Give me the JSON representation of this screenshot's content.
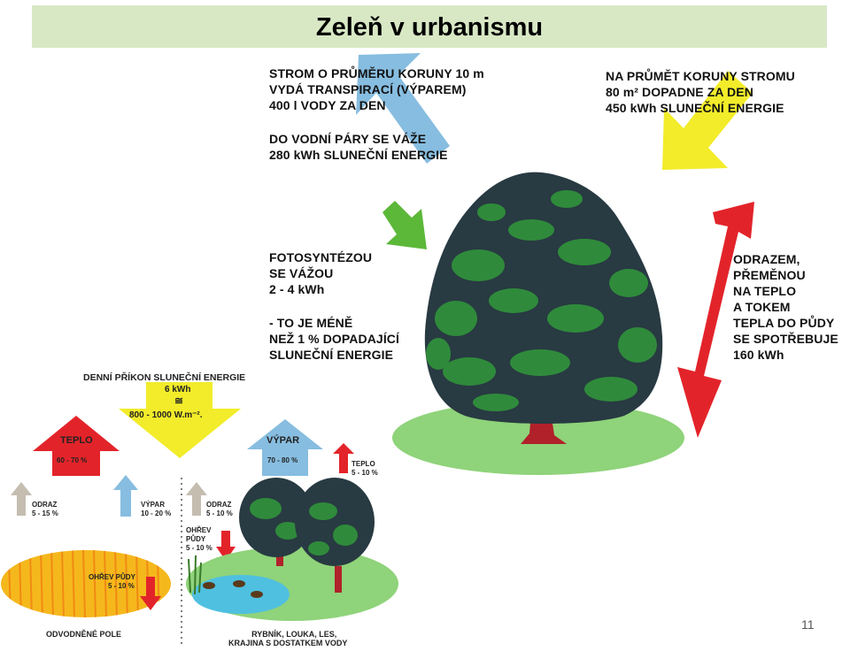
{
  "title": "Zeleň v urbanismu",
  "page_number": "11",
  "colors": {
    "title_bg": "#d8e8c5",
    "blue_arrow": "#87bde0",
    "yellow_arrow": "#f2ec2a",
    "green_arrow": "#5cb839",
    "red_arrow": "#e2242a",
    "grey_arrow": "#c4bdb0",
    "crown_dark": "#2a3a40",
    "crown_green": "#2f8b3b",
    "grass": "#8fd37a",
    "trunk": "#b0212a",
    "pond": "#4fc0e0",
    "field": "#f5b81c"
  },
  "tree_diagram": {
    "transpiration": [
      "STROM O PRŮMĚRU KORUNY 10 m",
      "VYDÁ TRANSPIRACÍ (VÝPAREM)",
      "400 l VODY ZA DEN"
    ],
    "vapour_energy": [
      "DO VODNÍ PÁRY SE VÁŽE",
      "280 kWh SLUNEČNÍ ENERGIE"
    ],
    "incoming": [
      "NA PRŮMĚT KORUNY STROMU",
      "80 m² DOPADNE ZA DEN",
      "450 kWh SLUNEČNÍ ENERGIE"
    ],
    "photosynthesis": [
      "FOTOSYNTÉZOU",
      "SE VÁŽOU",
      "2 - 4 kWh"
    ],
    "photosynthesis_note": [
      "- TO JE MÉNĚ",
      "NEŽ 1 % DOPADAJÍCÍ",
      "SLUNEČNÍ ENERGIE"
    ],
    "reflection": [
      "ODRAZEM,",
      "PŘEMĚNOU",
      "NA TEPLO",
      "A TOKEM",
      "TEPLA DO PŮDY",
      "SE SPOTŘEBUJE",
      "160 kWh"
    ]
  },
  "landscape_diagram": {
    "daily_input": "DENNÍ PŘÍKON SLUNEČNÍ ENERGIE",
    "daily_value": "6 kWh",
    "approx": "≅",
    "daily_flux": "800 - 1000 W.m⁻².",
    "heat_label": "TEPLO",
    "heat_value": "60 - 70 %",
    "vapour_label": "VÝPAR",
    "vapour_value": "70 - 80 %",
    "heat_small_label": "TEPLO",
    "heat_small_value": "5 - 10 %",
    "reflect_left_label": "ODRAZ",
    "reflect_left_value": "5 - 15 %",
    "evap_left_label": "VÝPAR",
    "evap_left_value": "10 - 20 %",
    "reflect_right_label": "ODRAZ",
    "reflect_right_value": "5 - 10 %",
    "soil_heat_right": [
      "OHŘEV",
      "PŮDY",
      "5 - 10 %"
    ],
    "soil_heat_left": [
      "OHŘEV PŮDY",
      "5 - 10 %"
    ],
    "left_caption": "ODVODNĚNÉ POLE",
    "right_caption": [
      "RYBNÍK, LOUKA, LES,",
      "KRAJINA S DOSTATKEM VODY"
    ]
  }
}
